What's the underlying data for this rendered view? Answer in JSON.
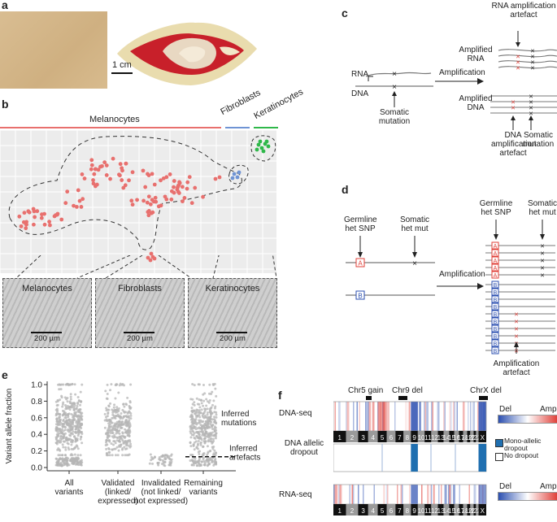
{
  "panel_a": {
    "label": "a",
    "scale_bar": "1 cm"
  },
  "panel_b": {
    "label": "b",
    "groups": [
      "Melanocytes",
      "Fibroblasts",
      "Keratinocytes"
    ],
    "group_colors": {
      "Melanocytes": "#e8706e",
      "Fibroblasts": "#6f94d4",
      "Keratinocytes": "#2fb84a"
    },
    "micrographs": [
      {
        "title": "Melanocytes",
        "scale": "200 µm"
      },
      {
        "title": "Fibroblasts",
        "scale": "200 µm"
      },
      {
        "title": "Keratinocytes",
        "scale": "200 µm"
      }
    ]
  },
  "panel_c": {
    "label": "c",
    "rna_label": "RNA",
    "dna_label": "DNA",
    "somatic_mutation": "Somatic mutation",
    "amplification": "Amplification",
    "rna_artefact": "RNA amplification artefact",
    "amplified_rna": "Amplified RNA",
    "amplified_dna": "Amplified DNA",
    "dna_artefact": "DNA amplification artefact",
    "somatic_mutation_2": "Somatic mutation"
  },
  "panel_d": {
    "label": "d",
    "germline": "Germline het SNP",
    "somatic": "Somatic het mut",
    "amplification": "Amplification",
    "germline_2": "Germline het SNP",
    "somatic_2": "Somatic het mut",
    "artefact": "Amplification artefact",
    "allele_a": "A",
    "allele_b": "B"
  },
  "panel_e": {
    "label": "e",
    "chart_data": {
      "type": "scatter",
      "ylabel": "Variant allele fraction",
      "ylim": [
        0,
        1.0
      ],
      "yticks": [
        "0.0",
        "0.2",
        "0.4",
        "0.6",
        "0.8",
        "1.0"
      ],
      "categories": [
        "All variants",
        "Validated (linked/ expressed)",
        "Invalidated (not linked/ not expressed)",
        "Remaining variants"
      ],
      "category_lines": [
        [
          "All",
          "variants"
        ],
        [
          "Validated",
          "(linked/",
          "expressed)"
        ],
        [
          "Invalidated",
          "(not linked/",
          "not expressed)"
        ],
        [
          "Remaining",
          "variants"
        ]
      ],
      "threshold": 0.13,
      "annotations": [
        "Inferred mutations",
        "Inferred artefacts"
      ],
      "annotation_lines": [
        [
          "Inferred",
          "mutations"
        ],
        [
          "Inferred",
          "artefacts"
        ]
      ],
      "point_color": "#b5b5b5"
    }
  },
  "panel_f": {
    "label": "f",
    "events": [
      "Chr5 gain",
      "Chr9 del",
      "ChrX del"
    ],
    "dna_seq": "DNA-seq",
    "allelic_dropout": "DNA allelic dropout",
    "rna_seq": "RNA-seq",
    "legend_del": "Del",
    "legend_amp": "Amp",
    "legend_dropout": "Mono-allelic dropout",
    "legend_no_dropout": "No dropout",
    "chromosomes": [
      "1",
      "2",
      "3",
      "4",
      "5",
      "6",
      "7",
      "8",
      "9",
      "10",
      "11",
      "12",
      "13",
      "14",
      "15",
      "16",
      "17",
      "18",
      "19",
      "20",
      "21",
      "22",
      "X"
    ],
    "colors": {
      "del": "#2b4fb0",
      "amp": "#e0413a",
      "dropout": "#1f6fb0"
    }
  }
}
